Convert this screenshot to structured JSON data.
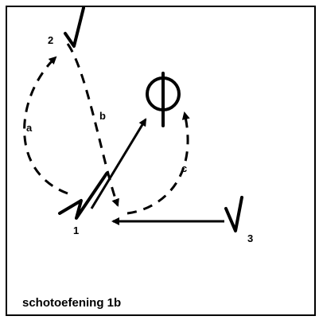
{
  "title": "schotoefening 1b",
  "points": {
    "p1": "1",
    "p2": "2",
    "p3": "3"
  },
  "paths": {
    "a": "a",
    "b": "b",
    "c": "c"
  },
  "icons": {
    "player_2": "v-player-icon",
    "player_3": "v-player-icon",
    "player_1": "z-player-icon",
    "goal": "circle-goal-icon"
  },
  "colors": {
    "ink": "#000000",
    "background": "#ffffff"
  }
}
